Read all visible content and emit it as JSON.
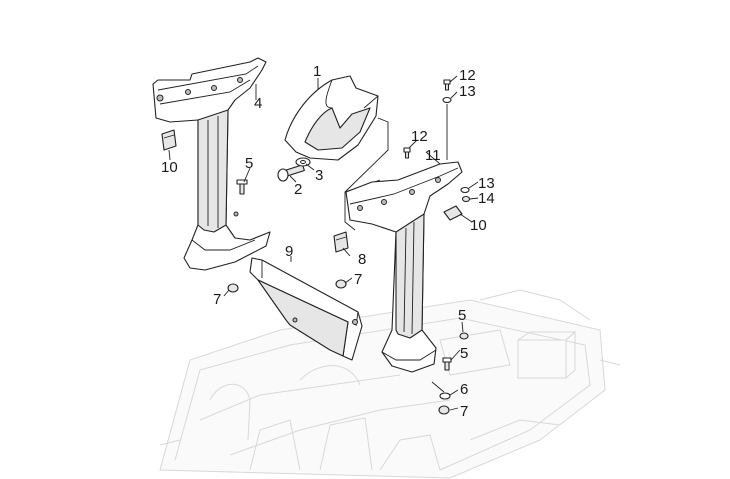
{
  "callouts": {
    "c1": "1",
    "c2": "2",
    "c3": "3",
    "c4": "4",
    "c5a": "5",
    "c5b": "5",
    "c5c": "5",
    "c6": "6",
    "c7a": "7",
    "c7b": "7",
    "c7c": "7",
    "c8": "8",
    "c9": "9",
    "c10a": "10",
    "c10b": "10",
    "c11": "11",
    "c12a": "12",
    "c12b": "12",
    "c13a": "13",
    "c13b": "13",
    "c14": "14"
  },
  "colors": {
    "line": "#222222",
    "ghost": "#d8d8d8",
    "shade": "#e6e6e6"
  }
}
